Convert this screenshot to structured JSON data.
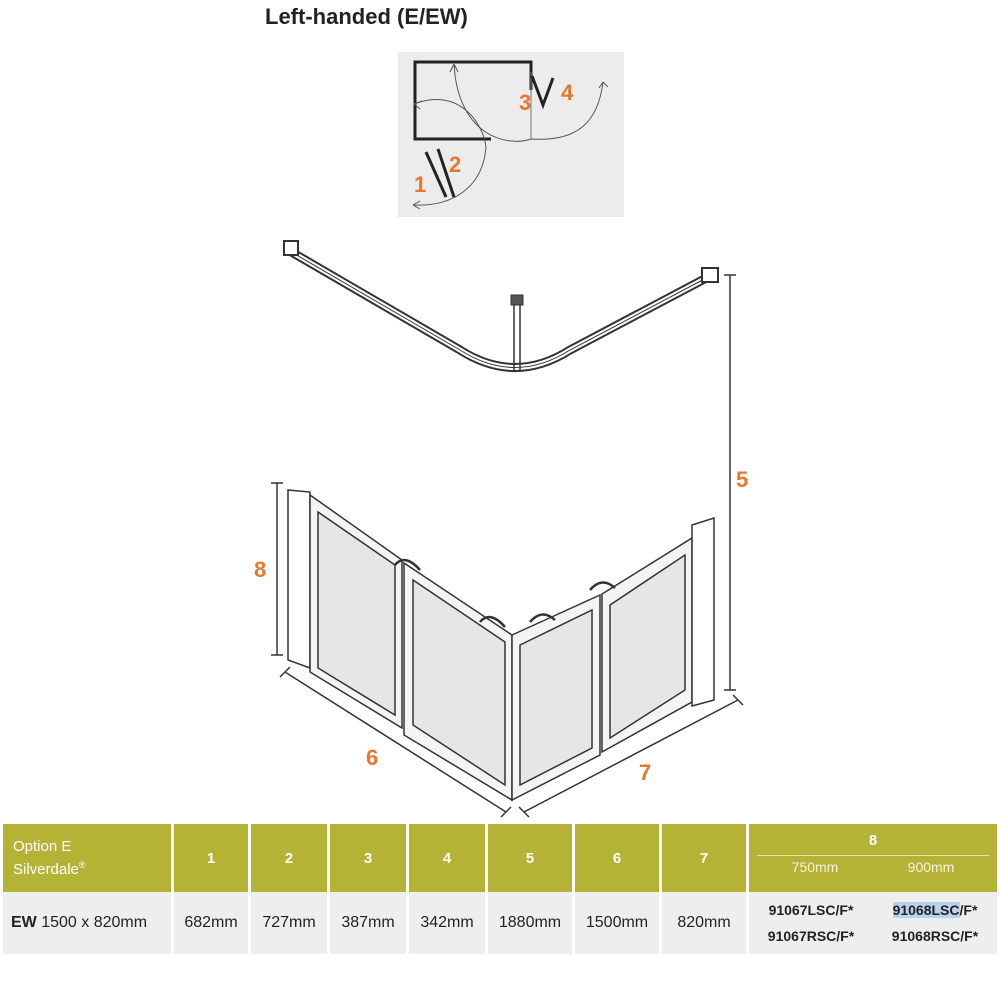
{
  "title": "Left-handed (E/EW)",
  "labels": {
    "n1": "1",
    "n2": "2",
    "n3": "3",
    "n4": "4",
    "n5": "5",
    "n6": "6",
    "n7": "7",
    "n8": "8"
  },
  "table": {
    "option_label": "Option E",
    "product_label": "Silverdale",
    "product_mark": "®",
    "headers": [
      "1",
      "2",
      "3",
      "4",
      "5",
      "6",
      "7"
    ],
    "col8_header": "8",
    "col8_sizes": [
      "750mm",
      "900mm"
    ],
    "row": {
      "code": "EW",
      "size": "1500 x 820mm",
      "values": [
        "682mm",
        "727mm",
        "387mm",
        "342mm",
        "1880mm",
        "1500mm",
        "820mm"
      ],
      "codes_750": [
        "91067LSC/F*",
        "91067RSC/F*"
      ],
      "codes_900_a_hl": "91068LSC",
      "codes_900_a_rest": "/F*",
      "codes_900_b": "91068RSC/F*"
    }
  },
  "colors": {
    "accent": "#e8772e",
    "header_bg": "#b5b336",
    "row_bg": "#eeeeee"
  }
}
